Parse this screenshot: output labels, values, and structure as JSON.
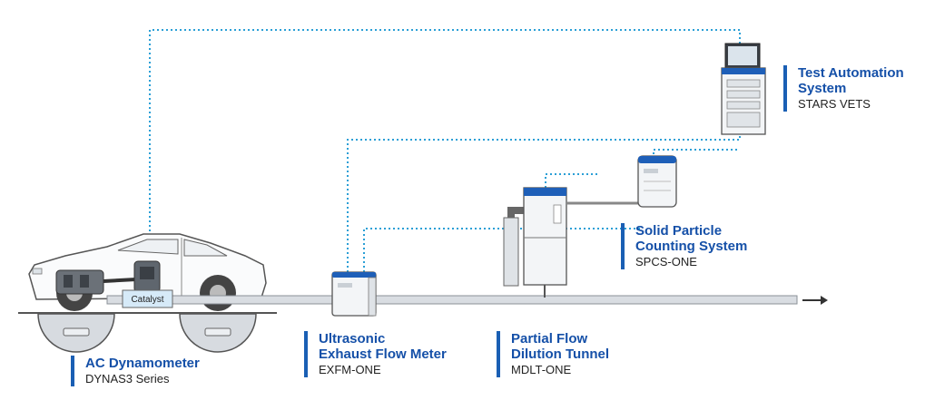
{
  "colors": {
    "accent": "#1a5fb4",
    "title_text": "#1550a8",
    "dotted_signal": "#2a9fd6",
    "equipment_top": "#1e5fb8",
    "pipe": "#d9dde2"
  },
  "labels": {
    "dynamometer": {
      "title": "AC Dynamometer",
      "subtitle": "DYNAS3 Series"
    },
    "flow_meter": {
      "title_line1": "Ultrasonic",
      "title_line2": "Exhaust Flow Meter",
      "subtitle": "EXFM-ONE"
    },
    "dilution_tunnel": {
      "title_line1": "Partial Flow",
      "title_line2": "Dilution Tunnel",
      "subtitle": "MDLT-ONE"
    },
    "particle_counter": {
      "title_line1": "Solid Particle",
      "title_line2": "Counting System",
      "subtitle": "SPCS-ONE"
    },
    "automation": {
      "title_line1": "Test Automation",
      "title_line2": "System",
      "subtitle": "STARS VETS"
    }
  },
  "catalyst_label": "Catalyst",
  "icons": [
    "car",
    "dynamometer-roller",
    "catalyst-box",
    "exhaust-flow-meter",
    "dilution-tunnel",
    "particle-counter",
    "automation-rack",
    "flow-arrow-icon"
  ]
}
